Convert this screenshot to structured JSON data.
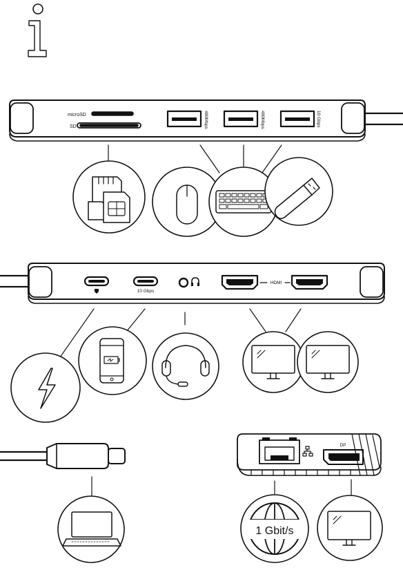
{
  "labels": {
    "microsd": "microSD",
    "sd": "SD",
    "usb1_speed": "480Mbps",
    "usb2_speed": "480Mbps",
    "usb3_speed": "10 Gbps",
    "usbc2_speed": "10 Gbps",
    "hdmi": "HDMI",
    "dp": "DP",
    "ethernet_speed": "1 Gbit/s"
  }
}
